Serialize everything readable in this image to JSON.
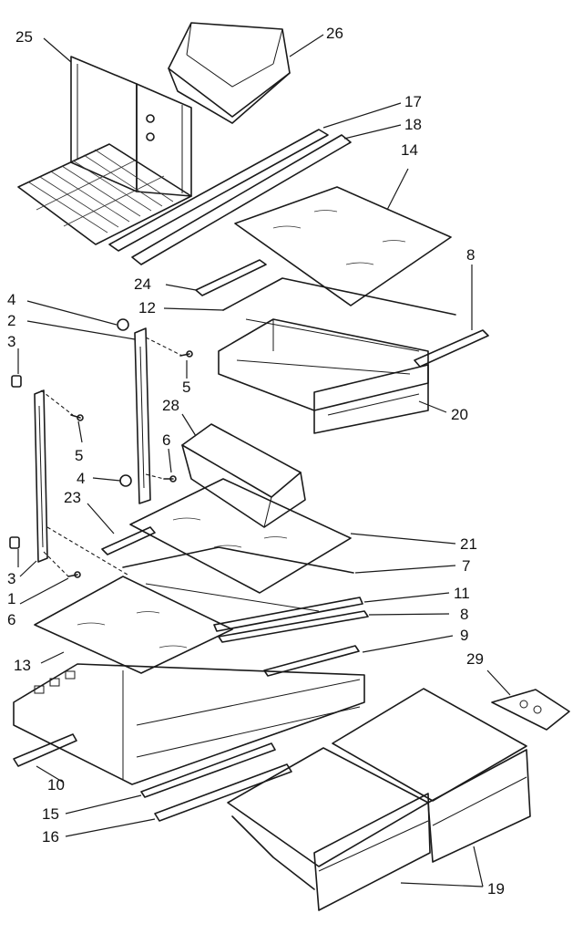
{
  "callouts": [
    {
      "id": "c25",
      "text": "25"
    },
    {
      "id": "c26",
      "text": "26"
    },
    {
      "id": "c17",
      "text": "17"
    },
    {
      "id": "c18",
      "text": "18"
    },
    {
      "id": "c14",
      "text": "14"
    },
    {
      "id": "c8a",
      "text": "8"
    },
    {
      "id": "c24",
      "text": "24"
    },
    {
      "id": "c12",
      "text": "12"
    },
    {
      "id": "c4a",
      "text": "4"
    },
    {
      "id": "c2",
      "text": "2"
    },
    {
      "id": "c3a",
      "text": "3"
    },
    {
      "id": "c5a",
      "text": "5"
    },
    {
      "id": "c28",
      "text": "28"
    },
    {
      "id": "c5b",
      "text": "5"
    },
    {
      "id": "c6a",
      "text": "6"
    },
    {
      "id": "c20",
      "text": "20"
    },
    {
      "id": "c4b",
      "text": "4"
    },
    {
      "id": "c23",
      "text": "23"
    },
    {
      "id": "c21",
      "text": "21"
    },
    {
      "id": "c7",
      "text": "7"
    },
    {
      "id": "c3b",
      "text": "3"
    },
    {
      "id": "c1",
      "text": "1"
    },
    {
      "id": "c6b",
      "text": "6"
    },
    {
      "id": "c11",
      "text": "11"
    },
    {
      "id": "c8b",
      "text": "8"
    },
    {
      "id": "c13",
      "text": "13"
    },
    {
      "id": "c9",
      "text": "9"
    },
    {
      "id": "c29",
      "text": "29"
    },
    {
      "id": "c10",
      "text": "10"
    },
    {
      "id": "c15",
      "text": "15"
    },
    {
      "id": "c16",
      "text": "16"
    },
    {
      "id": "c19",
      "text": "19"
    }
  ]
}
